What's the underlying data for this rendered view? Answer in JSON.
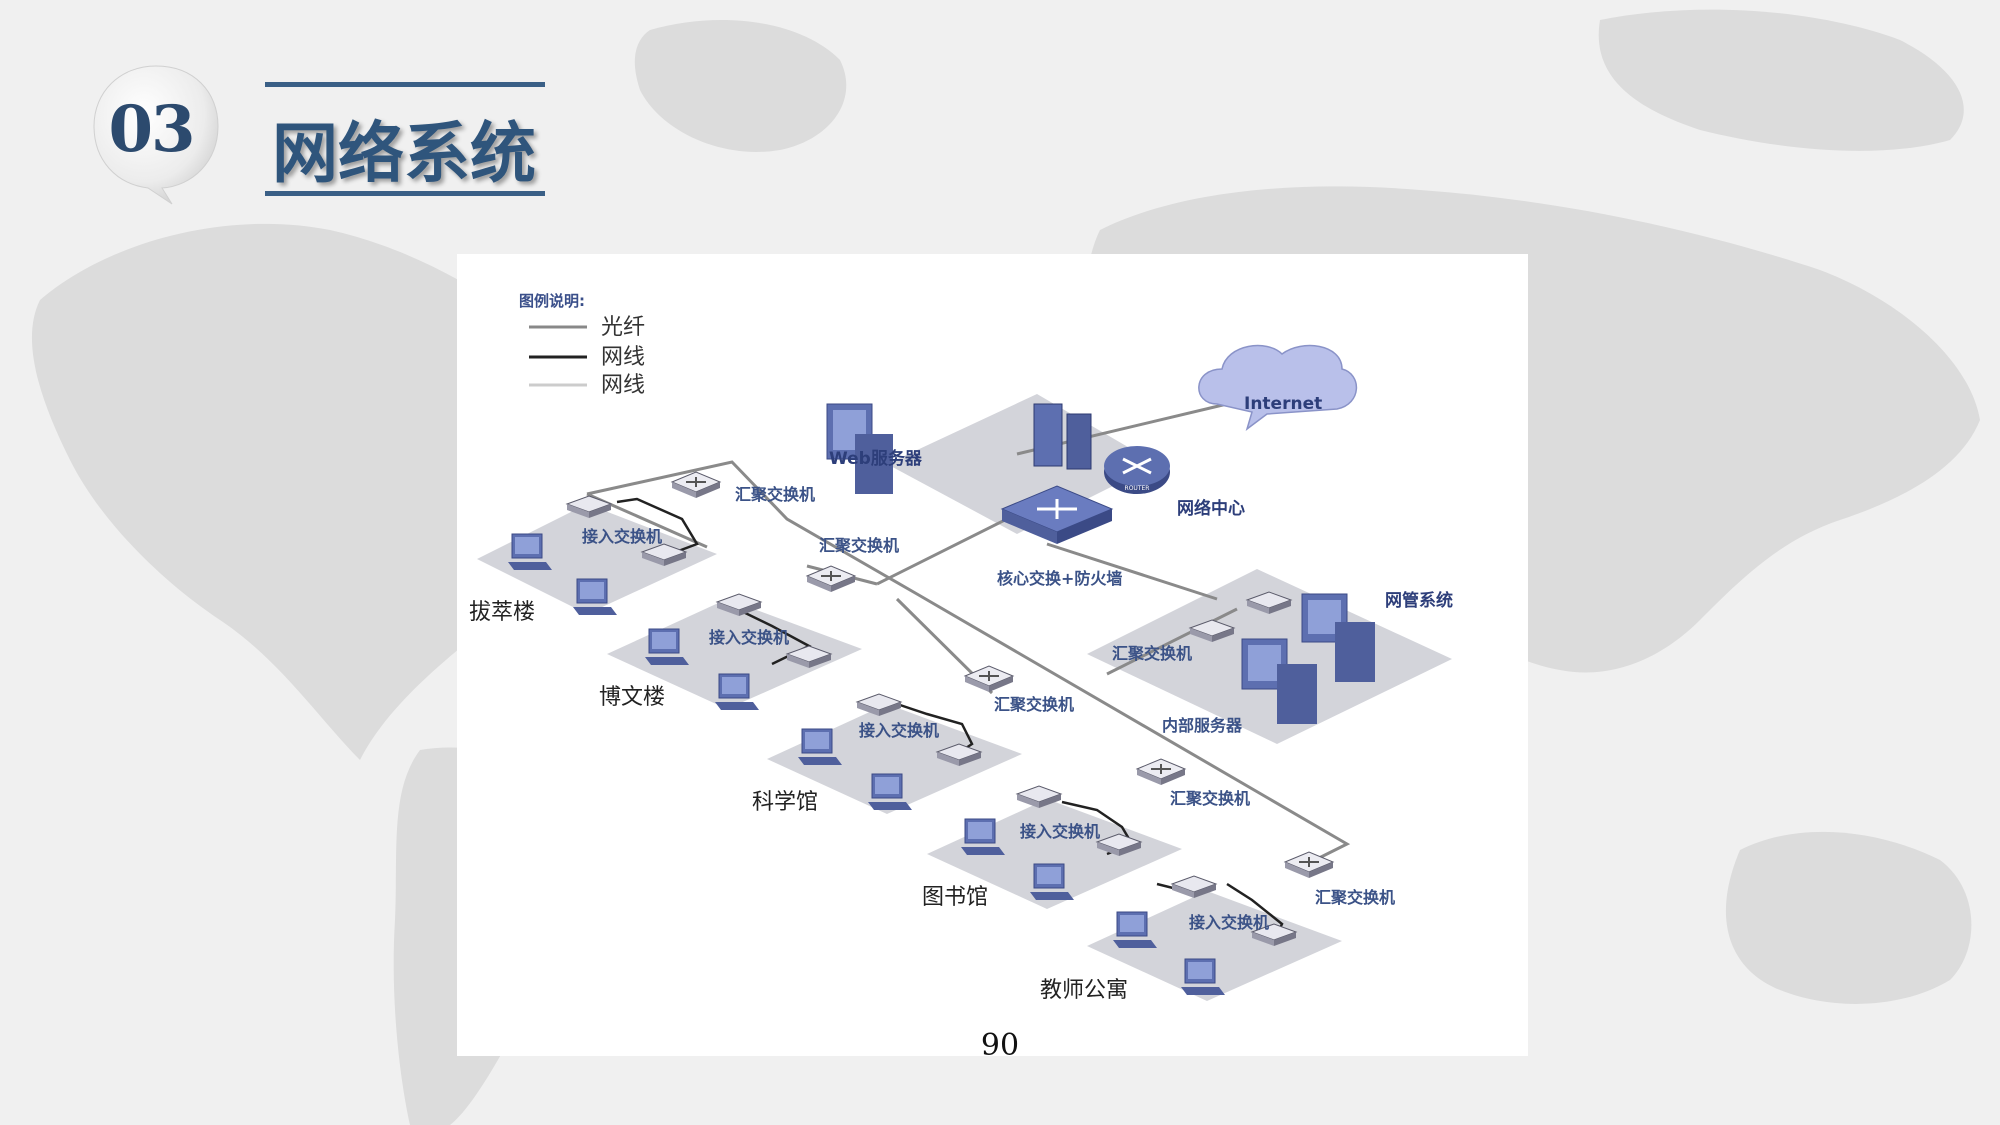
{
  "badge_number": "03",
  "title": "网络系统",
  "page_number": "90",
  "diagram": {
    "legend_title": "图例说明:",
    "legend": [
      {
        "label": "光纤",
        "color": "#888888"
      },
      {
        "label": "网线",
        "color": "#222222"
      },
      {
        "label": "网线",
        "color": "#cccccc"
      }
    ],
    "internet": "Internet",
    "web_server": "Web服务器",
    "network_center": "网络中心",
    "core_switch": "核心交换+防火墙",
    "router_label": "ROUTER",
    "netmgmt": "网管系统",
    "netmgmt_switch": "汇聚交换机",
    "internal_server": "内部服务器",
    "aggregation_switch": "汇聚交换机",
    "access_switch": "接入交换机",
    "buildings": [
      "拔萃楼",
      "博文楼",
      "科学馆",
      "图书馆",
      "教师公寓"
    ]
  },
  "colors": {
    "title": "#2f557c",
    "title_rule": "#3a5f86",
    "switch_label": "#3b5287",
    "device": "#5d6fb0",
    "platform": "#c9cbd2"
  }
}
